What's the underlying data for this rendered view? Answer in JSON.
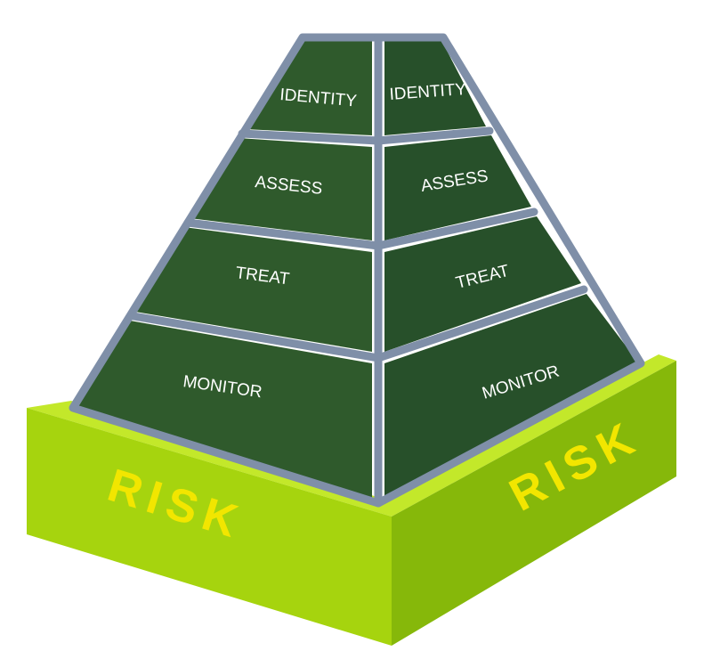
{
  "colors": {
    "panel_left": "#2f5a2c",
    "panel_right": "#27502a",
    "frame": "#7f8fa8",
    "base_front": "#a6d40e",
    "base_right": "#86b80a",
    "base_top": "#c3e82a",
    "risk_text": "#f2e600",
    "label_text": "#ffffff"
  },
  "pyramid": {
    "levels": [
      {
        "left": "IDENTITY",
        "right": "IDENTITY"
      },
      {
        "left": "ASSESS",
        "right": "ASSESS"
      },
      {
        "left": "TREAT",
        "right": "TREAT"
      },
      {
        "left": "MONITOR",
        "right": "MONITOR"
      }
    ]
  },
  "base": {
    "left_label": "RISK",
    "right_label": "RISK"
  }
}
